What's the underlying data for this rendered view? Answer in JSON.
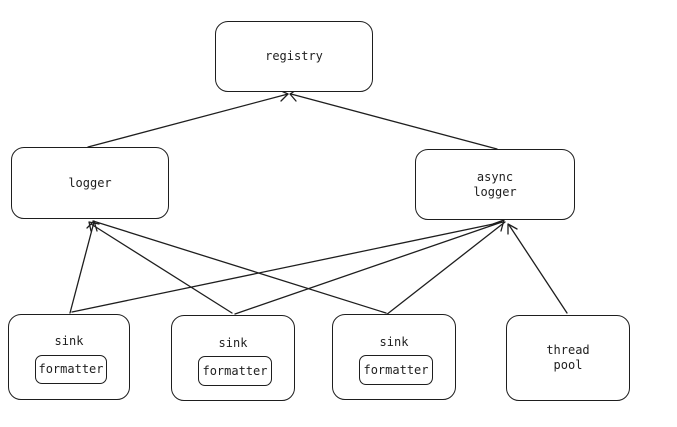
{
  "nodes": {
    "registry": "registry",
    "logger": "logger",
    "async_logger": "async\nlogger",
    "sink_1": "sink",
    "sink_2": "sink",
    "sink_3": "sink",
    "thread_pool": "thread\npool"
  },
  "formatters": {
    "sink_1": "formatter",
    "sink_2": "formatter",
    "sink_3": "formatter"
  }
}
